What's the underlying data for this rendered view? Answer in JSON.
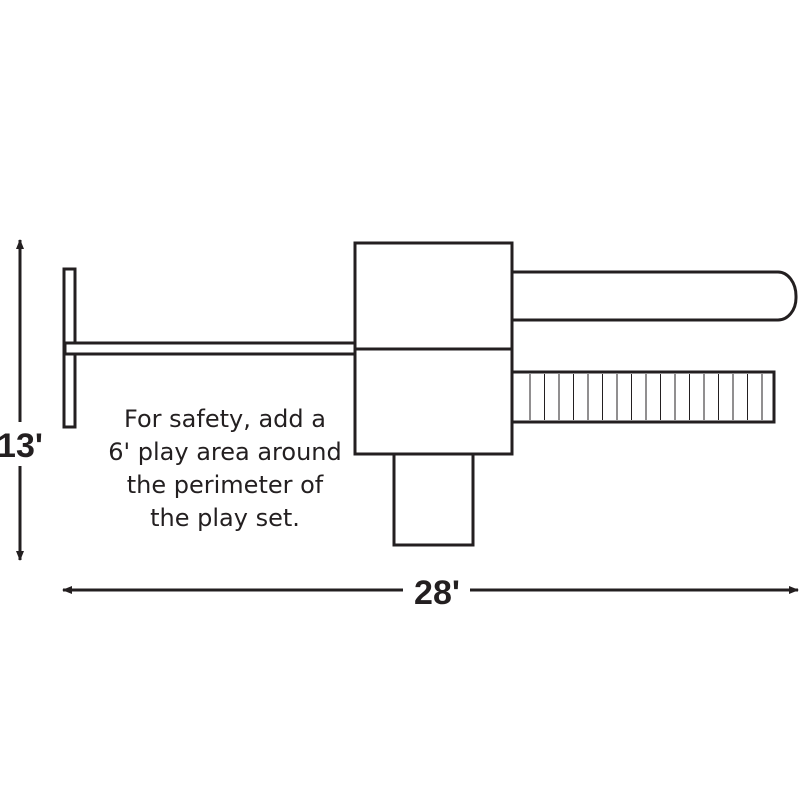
{
  "dimensions": {
    "height": "13'",
    "width": "28'"
  },
  "safety_note": {
    "lines": [
      "For safety, add a",
      "6' play area around",
      "the perimeter of",
      "the play set."
    ]
  }
}
